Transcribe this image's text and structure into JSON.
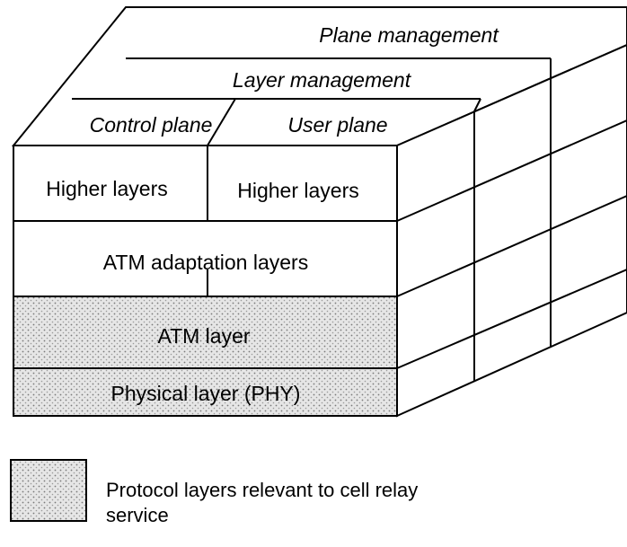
{
  "top_planes": {
    "plane_management": "Plane management",
    "layer_management": "Layer management",
    "control_plane": "Control plane",
    "user_plane": "User plane"
  },
  "layers": {
    "higher_control": "Higher layers",
    "higher_user": "Higher layers",
    "aal": "ATM adaptation layers",
    "atm": "ATM layer",
    "phy": "Physical layer (PHY)"
  },
  "legend": {
    "text": "Protocol layers relevant to cell relay service"
  },
  "colors": {
    "shaded_fill": "#dcdcdc",
    "line": "#000000",
    "background": "#ffffff"
  }
}
